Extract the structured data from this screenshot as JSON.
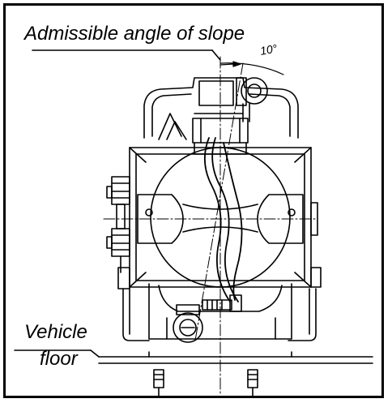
{
  "labels": {
    "title": "Admissible angle of slope",
    "angle": "10°",
    "vehicle": "Vehicle",
    "floor": "floor"
  }
}
